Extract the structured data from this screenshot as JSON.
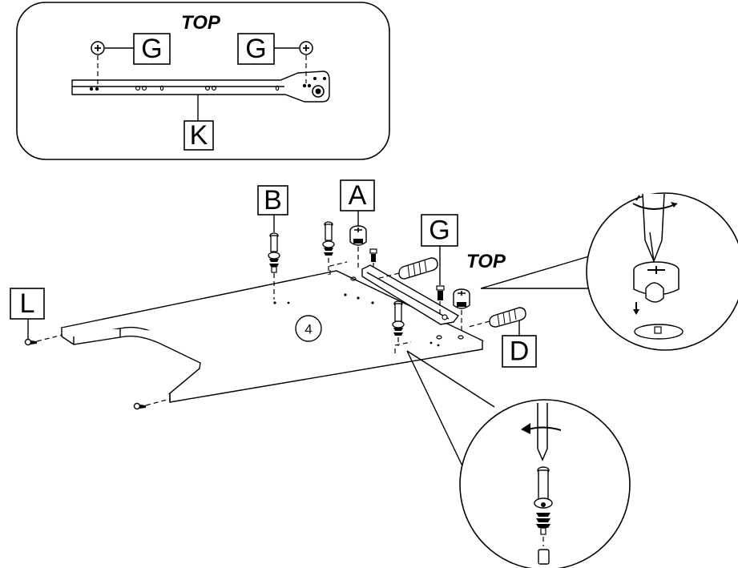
{
  "inset": {
    "top_label": "TOP",
    "labels": [
      "G",
      "G",
      "K"
    ]
  },
  "main": {
    "top_label": "TOP",
    "step_number": "4",
    "labels": {
      "A": "A",
      "B": "B",
      "G": "G",
      "D": "D",
      "L": "L"
    }
  },
  "icons": [
    "screw-icon",
    "cam-lock-icon",
    "cam-bolt-icon",
    "wooden-dowel-icon",
    "drawer-slide-icon",
    "screwdriver-icon",
    "rotate-arrow-icon"
  ]
}
